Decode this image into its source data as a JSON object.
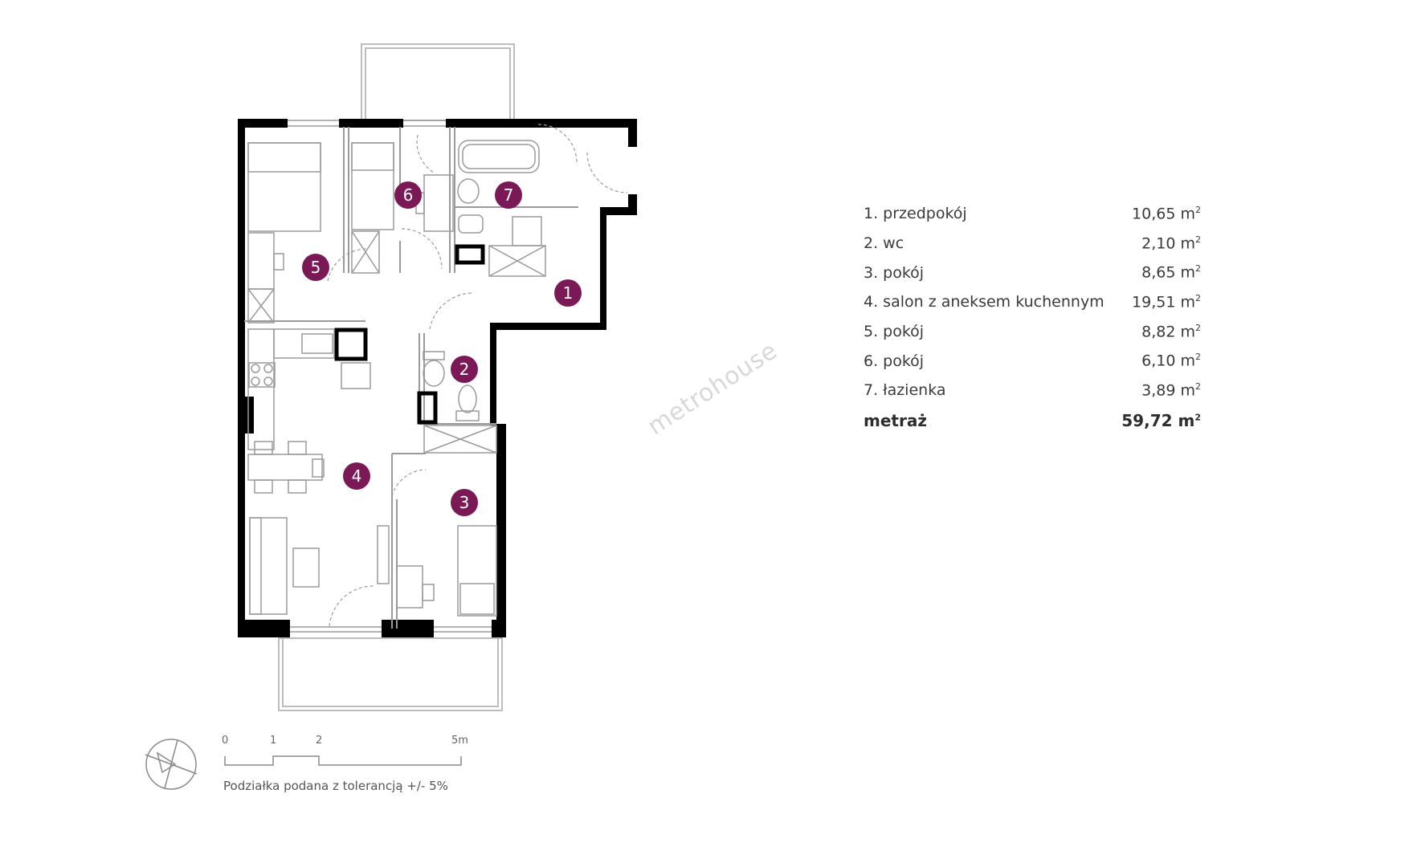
{
  "watermark": "metrohouse",
  "room_markers": [
    "1",
    "2",
    "3",
    "4",
    "5",
    "6",
    "7"
  ],
  "marker_color": "#7b1957",
  "wall_color": "#000000",
  "rooms": [
    {
      "label": "1. przedpokój",
      "area": "10,65 m",
      "unit_exp": "2"
    },
    {
      "label": "2. wc",
      "area": "2,10 m",
      "unit_exp": "2"
    },
    {
      "label": "3. pokój",
      "area": "8,65 m",
      "unit_exp": "2"
    },
    {
      "label": "4. salon z aneksem kuchennym",
      "area": "19,51 m",
      "unit_exp": "2"
    },
    {
      "label": "5. pokój",
      "area": "8,82 m",
      "unit_exp": "2"
    },
    {
      "label": "6. pokój",
      "area": "6,10 m",
      "unit_exp": "2"
    },
    {
      "label": "7. łazienka",
      "area": "3,89 m",
      "unit_exp": "2"
    }
  ],
  "total": {
    "label": "metraż",
    "area": "59,72 m",
    "unit_exp": "2"
  },
  "scale": {
    "ticks": [
      "0",
      "1",
      "2",
      "5m"
    ],
    "caption": "Podziałka podana z tolerancją +/- 5%"
  },
  "compass_icon": "compass-north-arrow-icon"
}
